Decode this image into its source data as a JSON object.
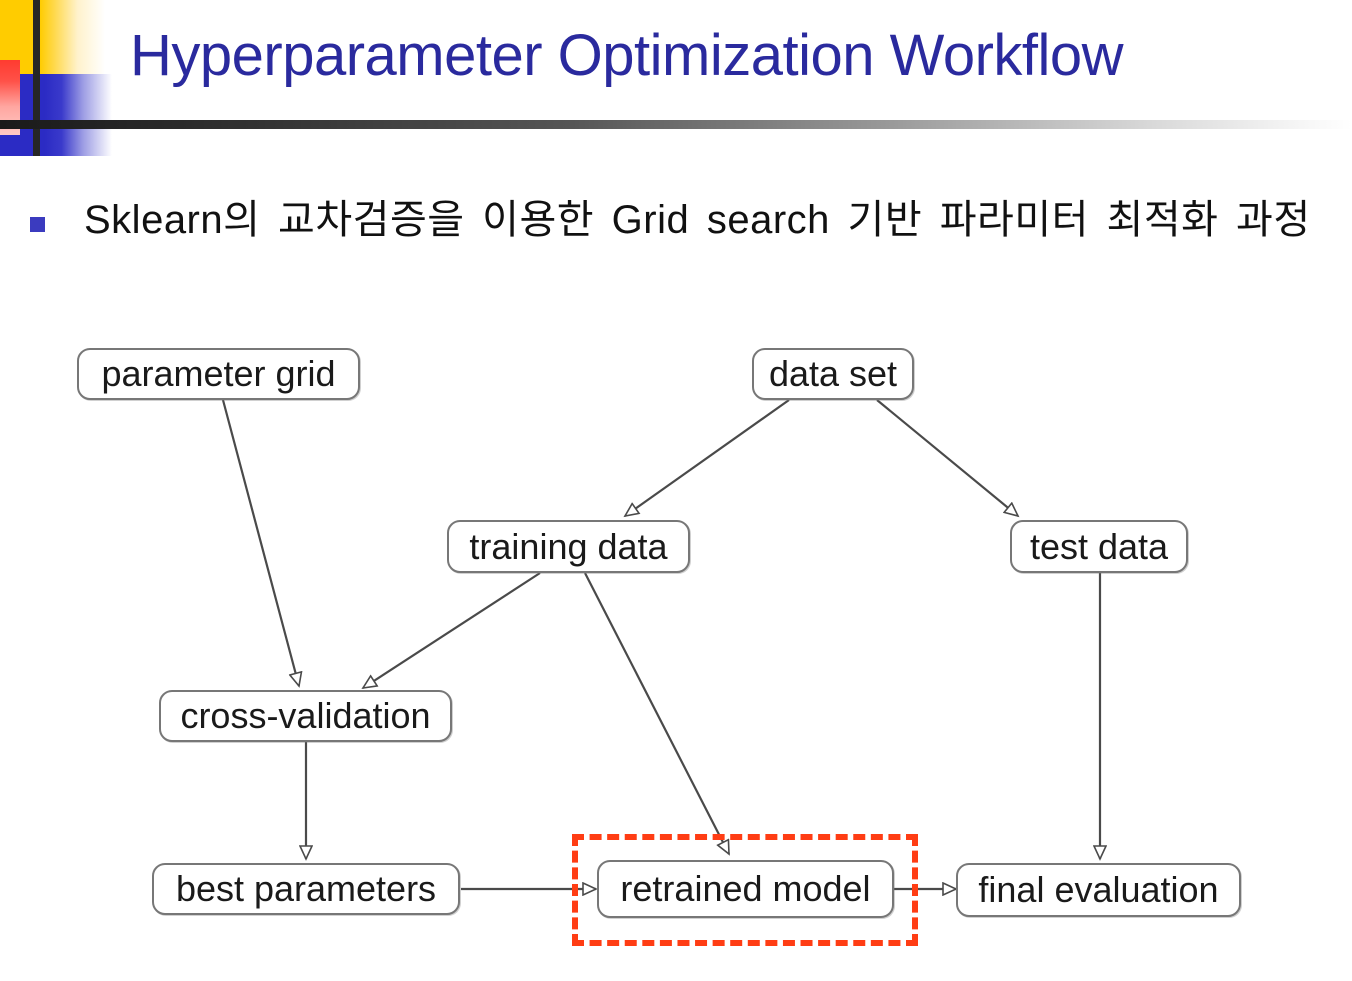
{
  "slide": {
    "title": "Hyperparameter Optimization Workflow",
    "bullet_text": "Sklearn의 교차검증을 이용한 Grid search 기반 파라미터 최적화 과정",
    "accent_colors": {
      "title_blue": "#2A2A9E",
      "bullet_blue": "#3B3BBF",
      "deco_yellow": "#FFCC00",
      "deco_blue": "#2B2BC4",
      "deco_red": "#FF3B30",
      "rule_dark": "#1a1a1a",
      "highlight_red": "#FF3D14",
      "node_border": "#777777"
    }
  },
  "diagram": {
    "nodes": [
      {
        "id": "parameter-grid",
        "label": "parameter grid"
      },
      {
        "id": "data-set",
        "label": "data set"
      },
      {
        "id": "training-data",
        "label": "training data"
      },
      {
        "id": "test-data",
        "label": "test data"
      },
      {
        "id": "cross-validation",
        "label": "cross-validation"
      },
      {
        "id": "best-parameters",
        "label": "best parameters"
      },
      {
        "id": "retrained-model",
        "label": "retrained model"
      },
      {
        "id": "final-evaluation",
        "label": "final evaluation"
      }
    ],
    "edges": [
      {
        "from": "parameter-grid",
        "to": "cross-validation"
      },
      {
        "from": "data-set",
        "to": "training-data"
      },
      {
        "from": "data-set",
        "to": "test-data"
      },
      {
        "from": "training-data",
        "to": "cross-validation"
      },
      {
        "from": "training-data",
        "to": "retrained-model"
      },
      {
        "from": "cross-validation",
        "to": "best-parameters"
      },
      {
        "from": "best-parameters",
        "to": "retrained-model"
      },
      {
        "from": "retrained-model",
        "to": "final-evaluation"
      },
      {
        "from": "test-data",
        "to": "final-evaluation"
      }
    ],
    "highlighted_node": "retrained-model"
  }
}
